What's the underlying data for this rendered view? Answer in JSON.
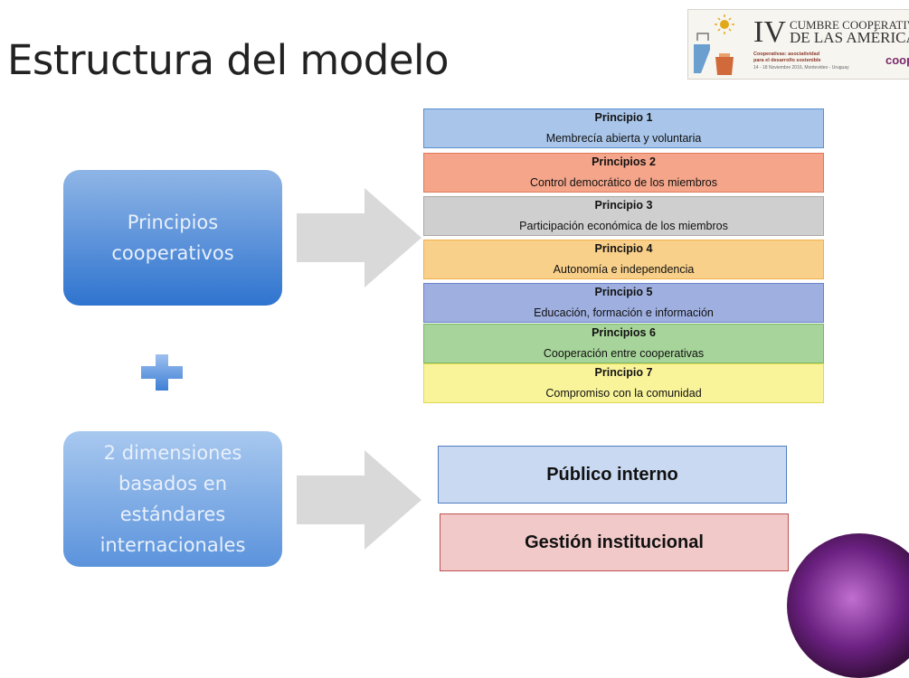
{
  "slide": {
    "title": "Estructura del modelo"
  },
  "logo": {
    "numeral": "IV",
    "line1": "CUMBRE COOPERATIVA",
    "line2": "DE LAS AMÉRICAS",
    "sub1": "Cooperativas: asociatividad",
    "sub2": "para el desarrollo sostenible",
    "sub3": "14 - 18 Noviembre 2016, Montevideo - Uruguay",
    "mark": "coop"
  },
  "left_boxes": [
    {
      "label": "Principios cooperativos"
    },
    {
      "label": "2 dimensiones basados en estándares internacionales"
    }
  ],
  "principles": [
    {
      "heading": "Principio 1",
      "text": "Membrecía abierta y voluntaria",
      "color": "#a9c6ea",
      "border": "#5b8fd0"
    },
    {
      "heading": "Principios 2",
      "text": "Control democrático de los miembros",
      "color": "#f4a58a",
      "border": "#e07a58"
    },
    {
      "heading": "Principio 3",
      "text": "Participación económica de los miembros",
      "color": "#cfcfcf",
      "border": "#a8a8a8"
    },
    {
      "heading": "Principio 4",
      "text": "Autonomía e independencia",
      "color": "#f9d08a",
      "border": "#f0b04a"
    },
    {
      "heading": "Principio 5",
      "text": "Educación, formación e información",
      "color": "#9fb0e0",
      "border": "#6a82c8"
    },
    {
      "heading": "Principios 6",
      "text": "Cooperación entre cooperativas",
      "color": "#a7d49a",
      "border": "#78b868"
    },
    {
      "heading": "Principio 7",
      "text": "Compromiso con la comunidad",
      "color": "#f9f49a",
      "border": "#e0d850"
    }
  ],
  "dimensions": [
    {
      "label": "Público interno"
    },
    {
      "label": "Gestión institucional"
    }
  ]
}
